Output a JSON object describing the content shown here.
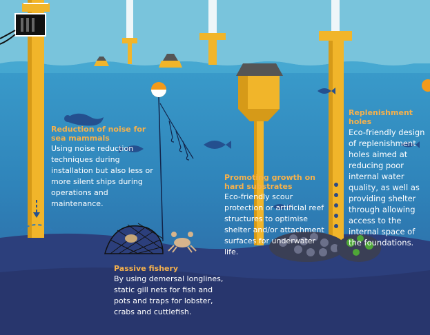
{
  "callouts": {
    "noise": {
      "title": "Reduction of noise for sea mammals",
      "body": "Using noise reduction techniques during installation but also less or more silent ships during operations and maintenance."
    },
    "fishery": {
      "title": "Passive fishery",
      "body": "By using demersal longlines, static gill nets for fish and pots and traps for lobster, crabs and cuttlefish."
    },
    "growth": {
      "title": "Promoting growth on hard substrates",
      "body": "Eco-friendly scour protection or artificial reef structures to optimise shelter and/or attachment surfaces for underwater life."
    },
    "holes": {
      "title": "Replenishment holes",
      "body": "Eco-friendly design of replenishment holes aimed at reducing poor internal water quality, as well as providing shelter through allowing access to the internal space of the foundations."
    }
  },
  "colors": {
    "sky": "#7cc6dc",
    "sea_top": "#2f8fbf",
    "sea_deep": "#2d5a98",
    "seabed": "#2c3e78",
    "foundation": "#f1b52a",
    "heading": "#f5b14c",
    "text": "#ffffff",
    "buoy": "#f39a1a",
    "creature": "#24508f"
  },
  "icons": [
    "fish-icon",
    "seal-icon",
    "crab-icon",
    "fish-trap-icon",
    "buoy-icon",
    "longline-hooks-icon",
    "reef-icon",
    "noise-arrow-icon"
  ]
}
